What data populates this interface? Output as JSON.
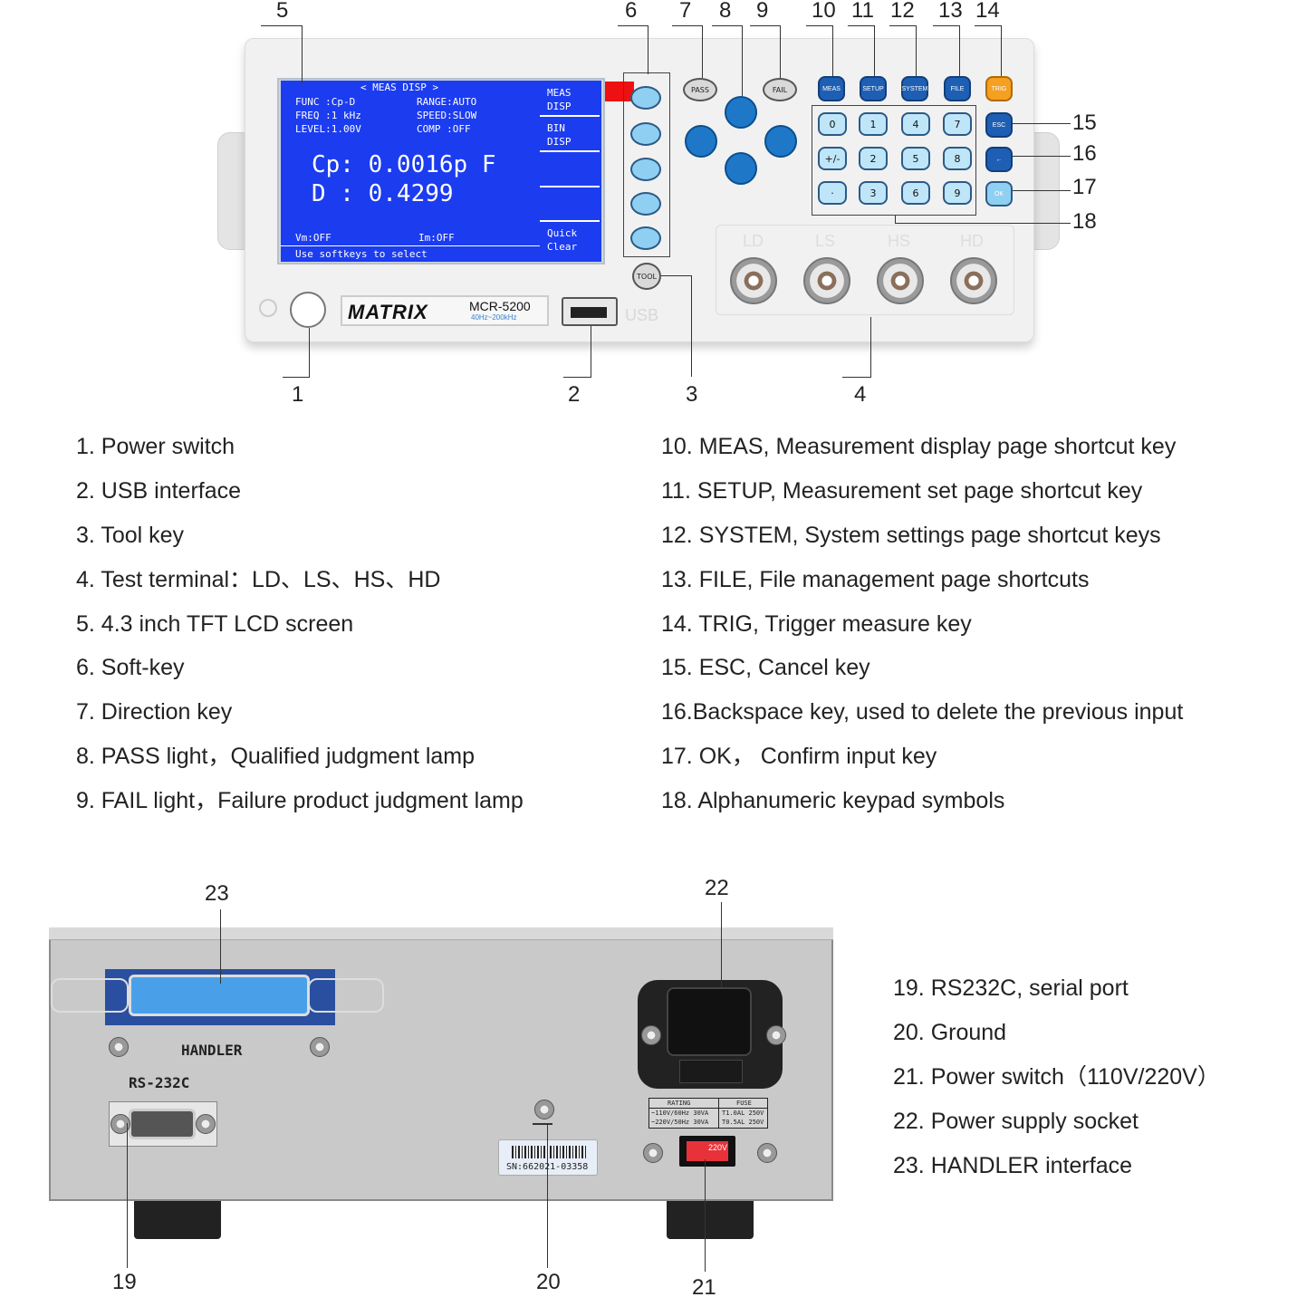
{
  "front_panel": {
    "brand": "MATRIX",
    "model": "MCR-5200",
    "model_range": "40Hz~200kHz",
    "usb_label": "USB",
    "lcd": {
      "header": "< MEAS DISP >",
      "func": "FUNC :Cp-D",
      "freq": "FREQ :1 kHz",
      "level": "LEVEL:1.00V",
      "range": "RANGE:AUTO",
      "speed": "SPEED:SLOW",
      "comp": "COMP :OFF",
      "menu1a": "MEAS",
      "menu1b": "DISP",
      "menu2a": "BIN",
      "menu2b": "DISP",
      "menu3a": "Quick",
      "menu3b": "Clear",
      "cp": "Cp:  0.0016p F",
      "d": "D  :  0.4299",
      "vm": "Vm:OFF",
      "im": "Im:OFF",
      "status": "Use softkeys to select"
    },
    "pass_label": "PASS",
    "fail_label": "FAIL",
    "tool_label": "TOOL",
    "func_keys": [
      "MEAS",
      "SETUP",
      "SYSTEM",
      "FILE",
      "TRIG"
    ],
    "side_keys": [
      "ESC",
      "←",
      "OK"
    ],
    "keypad": [
      "0",
      "1",
      "4",
      "7",
      "+/-",
      "2",
      "5",
      "8",
      "·",
      "3",
      "6",
      "9"
    ],
    "terminals": [
      "LD",
      "LS",
      "HS",
      "HD"
    ]
  },
  "front_callouts": {
    "top": [
      "5",
      "6",
      "7",
      "8",
      "9",
      "10",
      "11",
      "12",
      "13",
      "14"
    ],
    "right": [
      "15",
      "16",
      "17",
      "18"
    ],
    "bottom": [
      "1",
      "2",
      "3",
      "4"
    ]
  },
  "legend_left": [
    "1. Power switch",
    "2. USB interface",
    "3. Tool key",
    "4. Test terminal：LD、LS、HS、HD",
    "5. 4.3 inch TFT LCD screen",
    "6. Soft-key",
    "7. Direction key",
    "8. PASS light，Qualified judgment lamp",
    "9. FAIL light，Failure product judgment lamp"
  ],
  "legend_right": [
    "10. MEAS, Measurement display page shortcut key",
    "11. SETUP, Measurement set page shortcut key",
    "12. SYSTEM, System settings page shortcut keys",
    "13. FILE, File management page shortcuts",
    "14. TRIG, Trigger measure key",
    "15. ESC, Cancel key",
    "16.Backspace key, used to delete the previous input",
    "17. OK， Confirm input key",
    "18. Alphanumeric keypad symbols"
  ],
  "rear_panel": {
    "handler_label": "HANDLER",
    "rs232_label": "RS-232C",
    "serial_number": "SN:662021-03358",
    "rating_label": "RATING",
    "fuse_label": "FUSE",
    "rating_line1": "~110V/60Hz 30VA",
    "rating_line2": "~220V/50Hz 30VA",
    "fuse_line1": "T1.0AL 250V",
    "fuse_line2": "T0.5AL 250V",
    "switch_label": "220V"
  },
  "rear_callouts": [
    "23",
    "22",
    "19",
    "20",
    "21"
  ],
  "legend_rear": [
    "19. RS232C, serial port",
    "20. Ground",
    "21. Power switch（110V/220V）",
    "22. Power supply socket",
    "23. HANDLER interface"
  ]
}
